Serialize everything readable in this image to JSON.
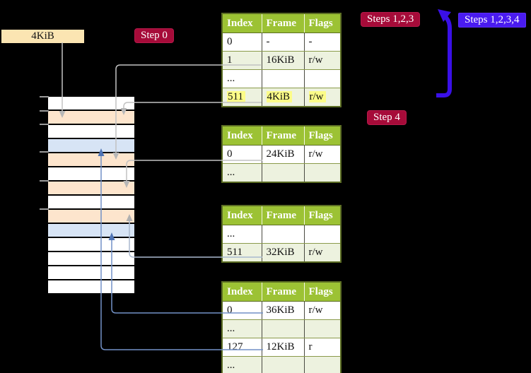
{
  "page_size_label": "4KiB",
  "badges": {
    "step0": "Step 0",
    "steps123": "Steps 1,2,3",
    "steps1234": "Steps 1,2,3,4",
    "step4": "Step 4"
  },
  "tables": [
    {
      "name": "level-4-page-table",
      "headers": [
        "Index",
        "Frame",
        "Flags"
      ],
      "rows": [
        {
          "cells": [
            "0",
            "-",
            "-"
          ],
          "shade": false,
          "highlight": false
        },
        {
          "cells": [
            "1",
            "16KiB",
            "r/w"
          ],
          "shade": true,
          "highlight": false
        },
        {
          "cells": [
            "...",
            "",
            ""
          ],
          "shade": false,
          "highlight": false
        },
        {
          "cells": [
            "511",
            "4KiB",
            "r/w"
          ],
          "shade": true,
          "highlight": true
        }
      ]
    },
    {
      "name": "level-3-page-table",
      "headers": [
        "Index",
        "Frame",
        "Flags"
      ],
      "rows": [
        {
          "cells": [
            "0",
            "24KiB",
            "r/w"
          ],
          "shade": false,
          "highlight": false
        },
        {
          "cells": [
            "...",
            "",
            ""
          ],
          "shade": true,
          "highlight": false
        }
      ]
    },
    {
      "name": "level-2-page-table",
      "headers": [
        "Index",
        "Frame",
        "Flags"
      ],
      "rows": [
        {
          "cells": [
            "...",
            "",
            ""
          ],
          "shade": false,
          "highlight": false
        },
        {
          "cells": [
            "511",
            "32KiB",
            "r/w"
          ],
          "shade": true,
          "highlight": false
        }
      ]
    },
    {
      "name": "level-1-page-table",
      "headers": [
        "Index",
        "Frame",
        "Flags"
      ],
      "rows": [
        {
          "cells": [
            "0",
            "36KiB",
            "r/w"
          ],
          "shade": false,
          "highlight": false
        },
        {
          "cells": [
            "...",
            "",
            ""
          ],
          "shade": true,
          "highlight": false
        },
        {
          "cells": [
            "127",
            "12KiB",
            "r"
          ],
          "shade": false,
          "highlight": false
        },
        {
          "cells": [
            "...",
            "",
            ""
          ],
          "shade": true,
          "highlight": false
        }
      ]
    }
  ],
  "memory": {
    "row_colors": [
      "white",
      "orange",
      "white",
      "blue",
      "orange",
      "white",
      "orange",
      "white",
      "orange",
      "blue",
      "white",
      "white",
      "white",
      "white"
    ],
    "tick_ys": [
      136,
      156,
      175,
      214,
      255,
      295
    ]
  },
  "colors": {
    "badge_red": "#a60b39",
    "badge_blue": "#4a1bf0",
    "table_header_green": "#9cc234",
    "table_row_green": "#edf2df",
    "highlight_yellow": "#fcfc88",
    "mem_orange": "#fde5cd",
    "mem_blue": "#d7e4f5",
    "label_cream": "#fbe5b2",
    "arrow_gray": "#c2c2c2",
    "arrow_blue": "#7291c7",
    "big_arrow_blue": "#3a10e8"
  }
}
